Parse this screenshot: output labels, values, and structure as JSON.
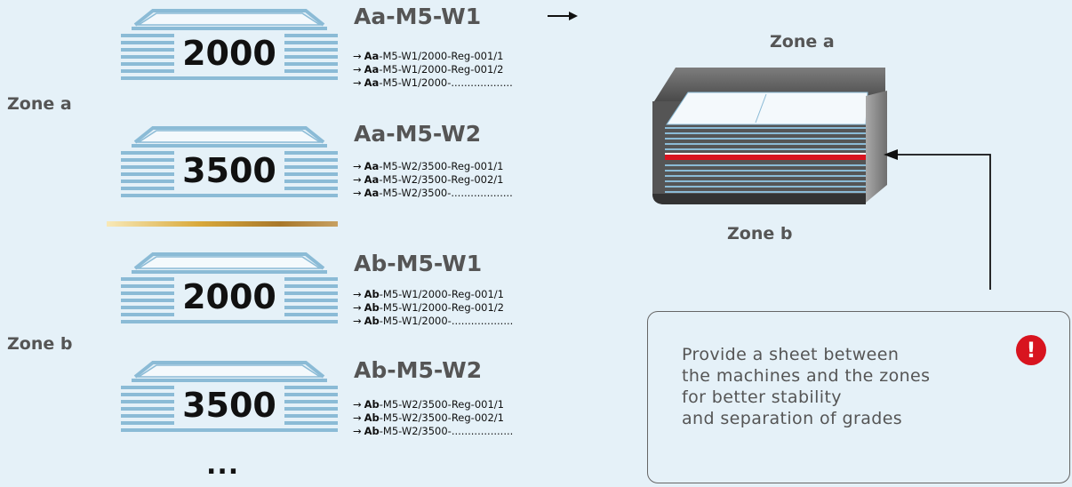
{
  "zones": {
    "a": "Zone a",
    "b": "Zone b"
  },
  "stacks": [
    {
      "count": "2000",
      "title": "Aa-M5-W1",
      "registers": [
        {
          "prefix": "Aa",
          "suffix": "-M5-W1/2000-Reg-001/1"
        },
        {
          "prefix": "Aa",
          "suffix": "-M5-W1/2000-Reg-001/2"
        },
        {
          "prefix": "Aa",
          "suffix": "-M5-W1/2000-..................."
        }
      ]
    },
    {
      "count": "3500",
      "title": "Aa-M5-W2",
      "registers": [
        {
          "prefix": "Aa",
          "suffix": "-M5-W2/3500-Reg-001/1"
        },
        {
          "prefix": "Aa",
          "suffix": "-M5-W2/3500-Reg-002/1"
        },
        {
          "prefix": "Aa",
          "suffix": "-M5-W2/3500-..................."
        }
      ]
    },
    {
      "count": "2000",
      "title": "Ab-M5-W1",
      "registers": [
        {
          "prefix": "Ab",
          "suffix": "-M5-W1/2000-Reg-001/1"
        },
        {
          "prefix": "Ab",
          "suffix": "-M5-W1/2000-Reg-001/2"
        },
        {
          "prefix": "Ab",
          "suffix": "-M5-W1/2000-..................."
        }
      ]
    },
    {
      "count": "3500",
      "title": "Ab-M5-W2",
      "registers": [
        {
          "prefix": "Ab",
          "suffix": "-M5-W2/3500-Reg-001/1"
        },
        {
          "prefix": "Ab",
          "suffix": "-M5-W2/3500-Reg-002/1"
        },
        {
          "prefix": "Ab",
          "suffix": "-M5-W2/3500-..................."
        }
      ]
    }
  ],
  "arrow_glyph": "→",
  "ellipsis": "...",
  "box_illustration": {
    "top_label": "Zone a",
    "bottom_label": "Zone b"
  },
  "note": {
    "lines": [
      "Provide a sheet between",
      "the machines and the zones",
      "for better stability",
      "and separation of grades"
    ],
    "icon": "exclamation-icon",
    "icon_glyph": "!"
  },
  "colors": {
    "background": "#e5f1f8",
    "paper_stack": "#8bbbd6",
    "separator_sheet": "#d8141f",
    "divider_gold": "#d9a93a",
    "label_gray": "#555555"
  }
}
